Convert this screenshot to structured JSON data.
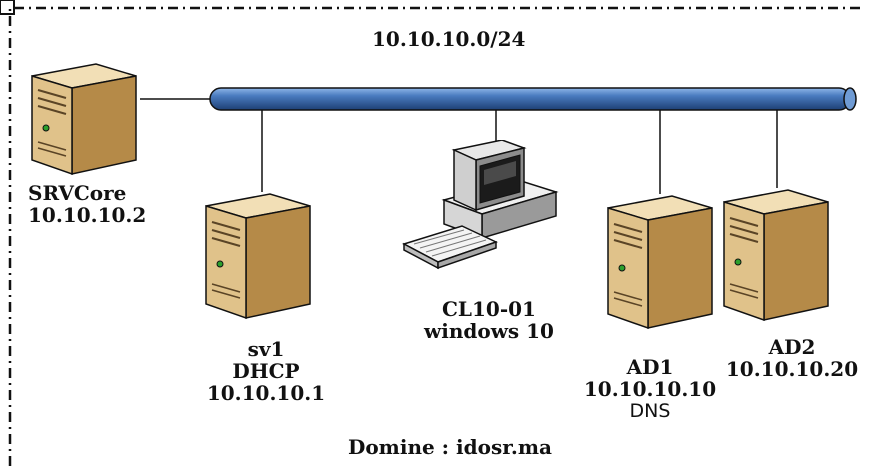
{
  "network": {
    "subnet": "10.10.10.0/24",
    "domain": "Domine : idosr.ma"
  },
  "nodes": {
    "srvcore": {
      "name": "SRVCore",
      "ip": "10.10.10.2",
      "icon": "server-tower-icon"
    },
    "sv1": {
      "name": "sv1",
      "role": "DHCP",
      "ip": "10.10.10.1",
      "icon": "server-tower-icon"
    },
    "client": {
      "name": "CL10-01",
      "os": "windows 10",
      "icon": "desktop-computer-icon"
    },
    "ad1": {
      "name": "AD1",
      "ip": "10.10.10.10",
      "role": "DNS",
      "icon": "server-tower-icon"
    },
    "ad2": {
      "name": "AD2",
      "ip": "10.10.10.20",
      "icon": "server-tower-icon"
    }
  },
  "colors": {
    "bus": "#2f5d9c",
    "bus_highlight": "#8fb6e8",
    "server_body": "#d8b57a",
    "border": "#111111"
  }
}
